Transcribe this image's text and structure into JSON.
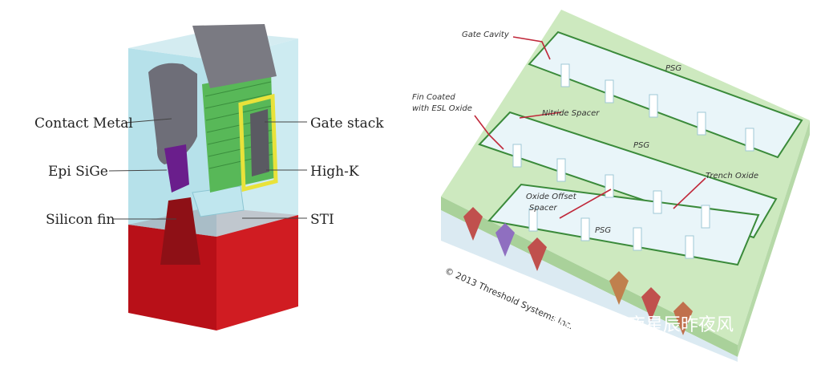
{
  "left_diagram": {
    "labels": {
      "contact_metal": "Contact Metal",
      "epi_sige": "Epi SiGe",
      "silicon_fin": "Silicon fin",
      "gate_stack": "Gate stack",
      "high_k": "High-K",
      "sti": "STI"
    },
    "colors": {
      "substrate": "#c0141c",
      "dielectric": "#a9dce6",
      "contact_metal": "#6e6e78",
      "epi_sige": "#6a1e8c",
      "gate_stack": "#4aa84a",
      "high_k": "#e9e23a"
    }
  },
  "right_diagram": {
    "labels": {
      "gate_cavity": "Gate Cavity",
      "fin_coated_line1": "Fin Coated",
      "fin_coated_line2": "with ESL Oxide",
      "nitride_spacer": "Nitride Spacer",
      "oxide_offset_line1": "Oxide Offset",
      "oxide_offset_line2": "Spacer",
      "trench_oxide": "Trench Oxide",
      "psg_top": "PSG",
      "psg_middle": "PSG",
      "psg_bottom": "PSG",
      "copyright": "© 2013 Threshold Systems Inc."
    },
    "colors": {
      "psg": "#cde9bf",
      "psg_border": "#3a8a3a",
      "cavity": "#e9f5f9",
      "arrow": "#c0283a"
    }
  },
  "watermark": "知乎 @昨夜星辰昨夜风"
}
